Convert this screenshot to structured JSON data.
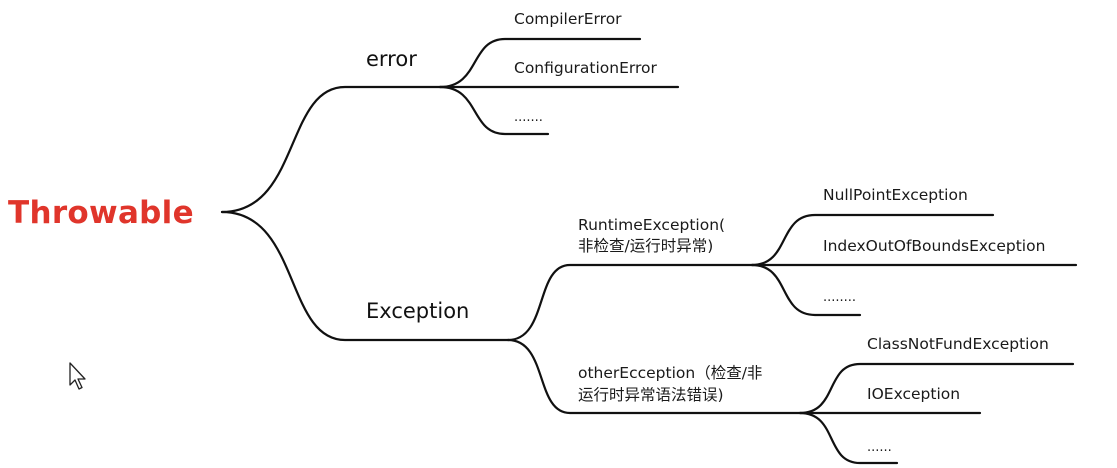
{
  "root": {
    "label": "Throwable",
    "color": "#e0352b"
  },
  "error": {
    "label": "error",
    "children": [
      "CompilerError",
      "ConfigurationError",
      "......."
    ]
  },
  "exception": {
    "label": "Exception",
    "runtime": {
      "line1": "RuntimeException(",
      "line2": "非检查/运行时异常)",
      "children": [
        "NullPointException",
        "IndexOutOfBoundsException",
        "........"
      ]
    },
    "other": {
      "line1": "otherEcception（检查/非",
      "line2": "运行时异常语法错误)",
      "children": [
        "ClassNotFundException",
        "IOException",
        "......"
      ]
    }
  },
  "icons": {
    "cursor": "mouse-pointer-icon"
  }
}
